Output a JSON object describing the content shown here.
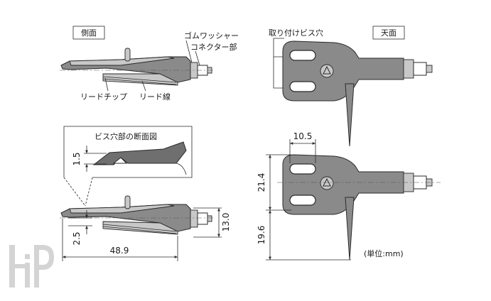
{
  "views": {
    "side": {
      "title": "側面"
    },
    "top": {
      "title": "天面"
    }
  },
  "labels": {
    "rubber_washer": "ゴムワッシャー",
    "connector": "コネクター部",
    "lead_chip": "リードチップ",
    "lead_wire": "リード線",
    "mount_hole": "取り付けビス穴",
    "screw_section": "ビス穴部の断面図",
    "unit": "(単位:mm)"
  },
  "dimensions": {
    "screw_depth": "1.5",
    "cartridge_offset": "2.5",
    "overall_length": "48.9",
    "connector_height": "13.0",
    "hole_spacing": "10.5",
    "head_width": "21.4",
    "finger_lift": "19.6"
  },
  "watermark": {
    "text": "HiP"
  },
  "colors": {
    "body": "#8a8a8a",
    "line": "#2a2a2a",
    "watermark": "#d4d4d4"
  }
}
